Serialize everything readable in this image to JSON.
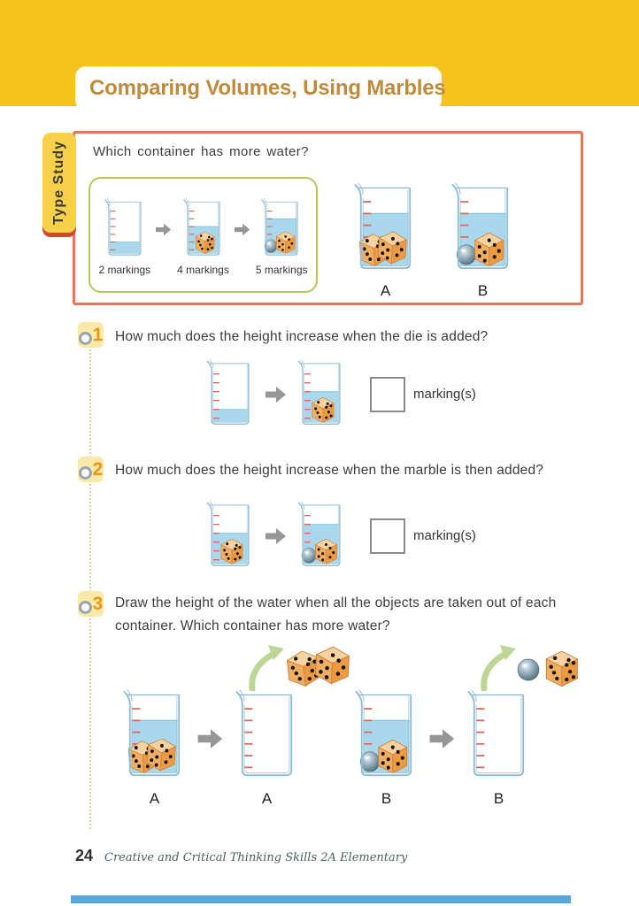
{
  "header": {
    "title": "Comparing Volumes, Using Marbles"
  },
  "side_tab": {
    "label": "Type Study"
  },
  "type_study": {
    "question": "Which container has more water?",
    "steps": [
      {
        "label": "2 markings",
        "water_markings": 2,
        "contents": []
      },
      {
        "label": "4 markings",
        "water_markings": 4,
        "contents": [
          "die"
        ]
      },
      {
        "label": "5 markings",
        "water_markings": 5,
        "contents": [
          "marble",
          "die"
        ]
      }
    ],
    "containers": [
      {
        "label": "A",
        "water_markings": 5,
        "contents": [
          "die",
          "die"
        ]
      },
      {
        "label": "B",
        "water_markings": 5,
        "contents": [
          "marble",
          "die"
        ]
      }
    ]
  },
  "questions": [
    {
      "number": "1",
      "text": "How much does the height increase when the die is added?",
      "figures": [
        {
          "water_markings": 2,
          "contents": []
        },
        {
          "water_markings": 4,
          "contents": [
            "die"
          ]
        }
      ],
      "answer": {
        "value": "",
        "unit_label": "marking(s)"
      }
    },
    {
      "number": "2",
      "text": "How much does the height increase when the marble is then added?",
      "figures": [
        {
          "water_markings": 4,
          "contents": [
            "die"
          ]
        },
        {
          "water_markings": 5,
          "contents": [
            "marble",
            "die"
          ]
        }
      ],
      "answer": {
        "value": "",
        "unit_label": "marking(s)"
      }
    },
    {
      "number": "3",
      "text": "Draw the height of the water when all the objects are taken out of each container. Which container has more water?",
      "figures": [
        {
          "label": "A",
          "water_markings": 5,
          "contents": [
            "die",
            "die"
          ]
        },
        {
          "label": "A",
          "water_markings": 0,
          "contents": [],
          "removed": [
            "die",
            "die"
          ]
        },
        {
          "label": "B",
          "water_markings": 5,
          "contents": [
            "marble",
            "die"
          ]
        },
        {
          "label": "B",
          "water_markings": 0,
          "contents": [],
          "removed": [
            "marble",
            "die"
          ]
        }
      ]
    }
  ],
  "footer": {
    "page_number": "24",
    "book_title": "Creative and Critical Thinking Skills 2A Elementary"
  },
  "colors": {
    "header_yellow": "#F6C31C",
    "title_brown": "#BE8B3D",
    "box_border_orange": "#DE7B55",
    "example_border_green": "#B6C65A",
    "tab_yellow": "#F8D04A",
    "tab_shadow_red": "#D14A28",
    "water_blue": "#A9D8EC",
    "beaker_stroke": "#8FBDD6",
    "tick_red": "#D56A5A",
    "badge_number_orange": "#EF9415",
    "arrow_gray": "#969696",
    "remove_arrow_green": "#BCD795",
    "bottom_rule_blue": "#57A7D9"
  }
}
